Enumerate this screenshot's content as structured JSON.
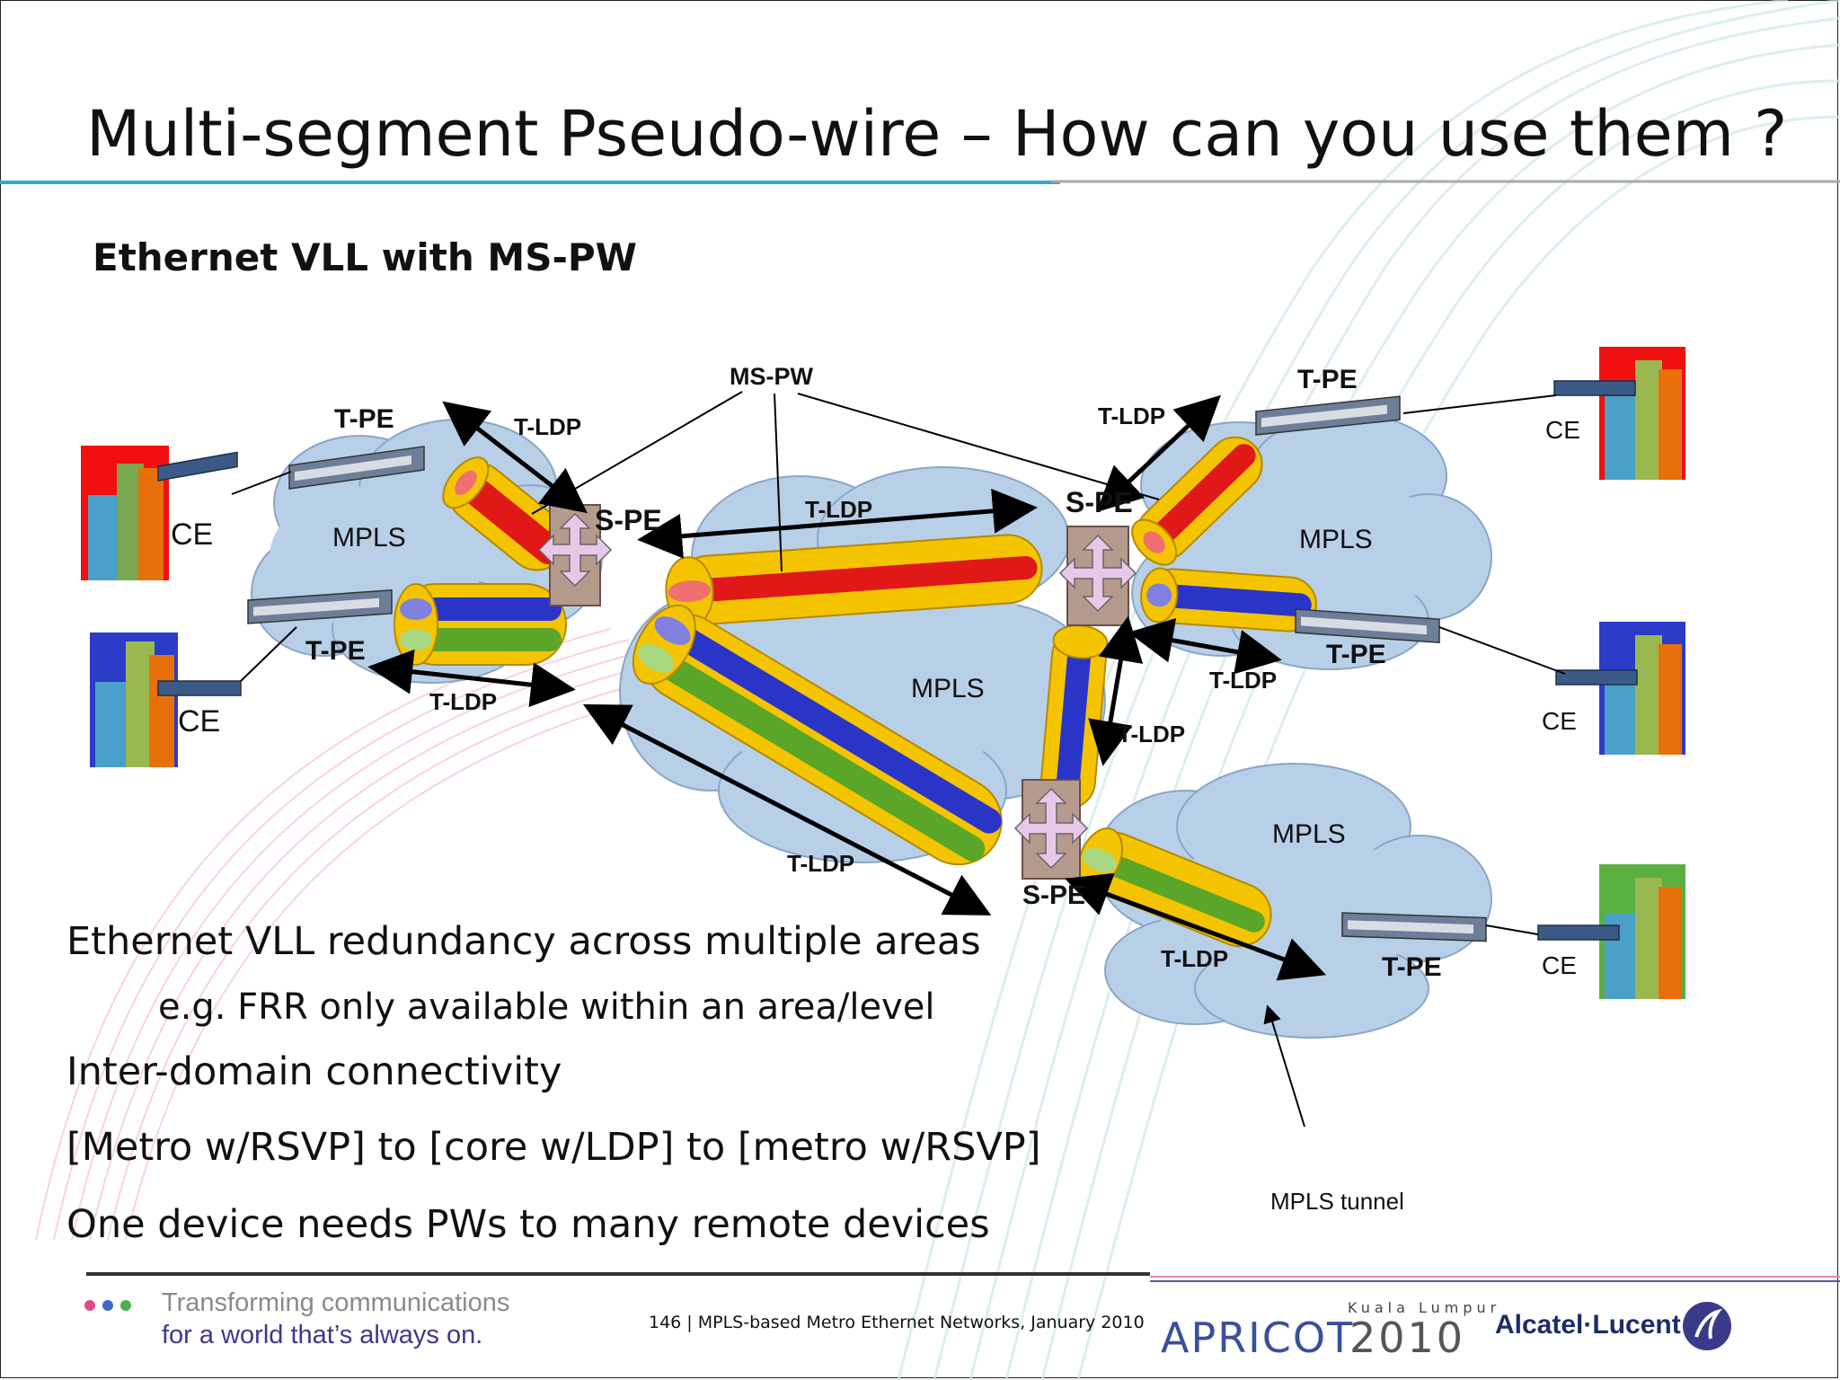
{
  "slide": {
    "title": "Multi-segment Pseudo-wire – How can you use them ?",
    "subtitle": "Ethernet VLL with MS-PW"
  },
  "diagram": {
    "ms_pw_label": "MS-PW",
    "mpls_label": "MPLS",
    "mpls_tunnel_label": "MPLS tunnel",
    "t_pe": "T-PE",
    "s_pe": "S-PE",
    "t_ldp": "T-LDP",
    "ce": "CE"
  },
  "bullets": [
    "Ethernet VLL redundancy across multiple areas",
    "e.g. FRR only available within an area/level",
    "Inter-domain connectivity",
    "[Metro w/RSVP] to [core w/LDP] to [metro w/RSVP]",
    "One device needs PWs to many remote devices"
  ],
  "footer": {
    "tagline_1": "Transforming communications",
    "tagline_2": "for a world that’s always on.",
    "page_info": "146 | MPLS-based Metro Ethernet Networks, January 2010",
    "event_name": "APRICOT",
    "event_city": "Kuala Lumpur",
    "event_year": "2010",
    "company": "Alcatel·Lucent"
  },
  "colors": {
    "cloud": "#b8cfe8",
    "tunnel": "#f5c400",
    "pw_red": "#e01818",
    "pw_blue": "#2a35c8",
    "pw_green": "#5aa628"
  }
}
